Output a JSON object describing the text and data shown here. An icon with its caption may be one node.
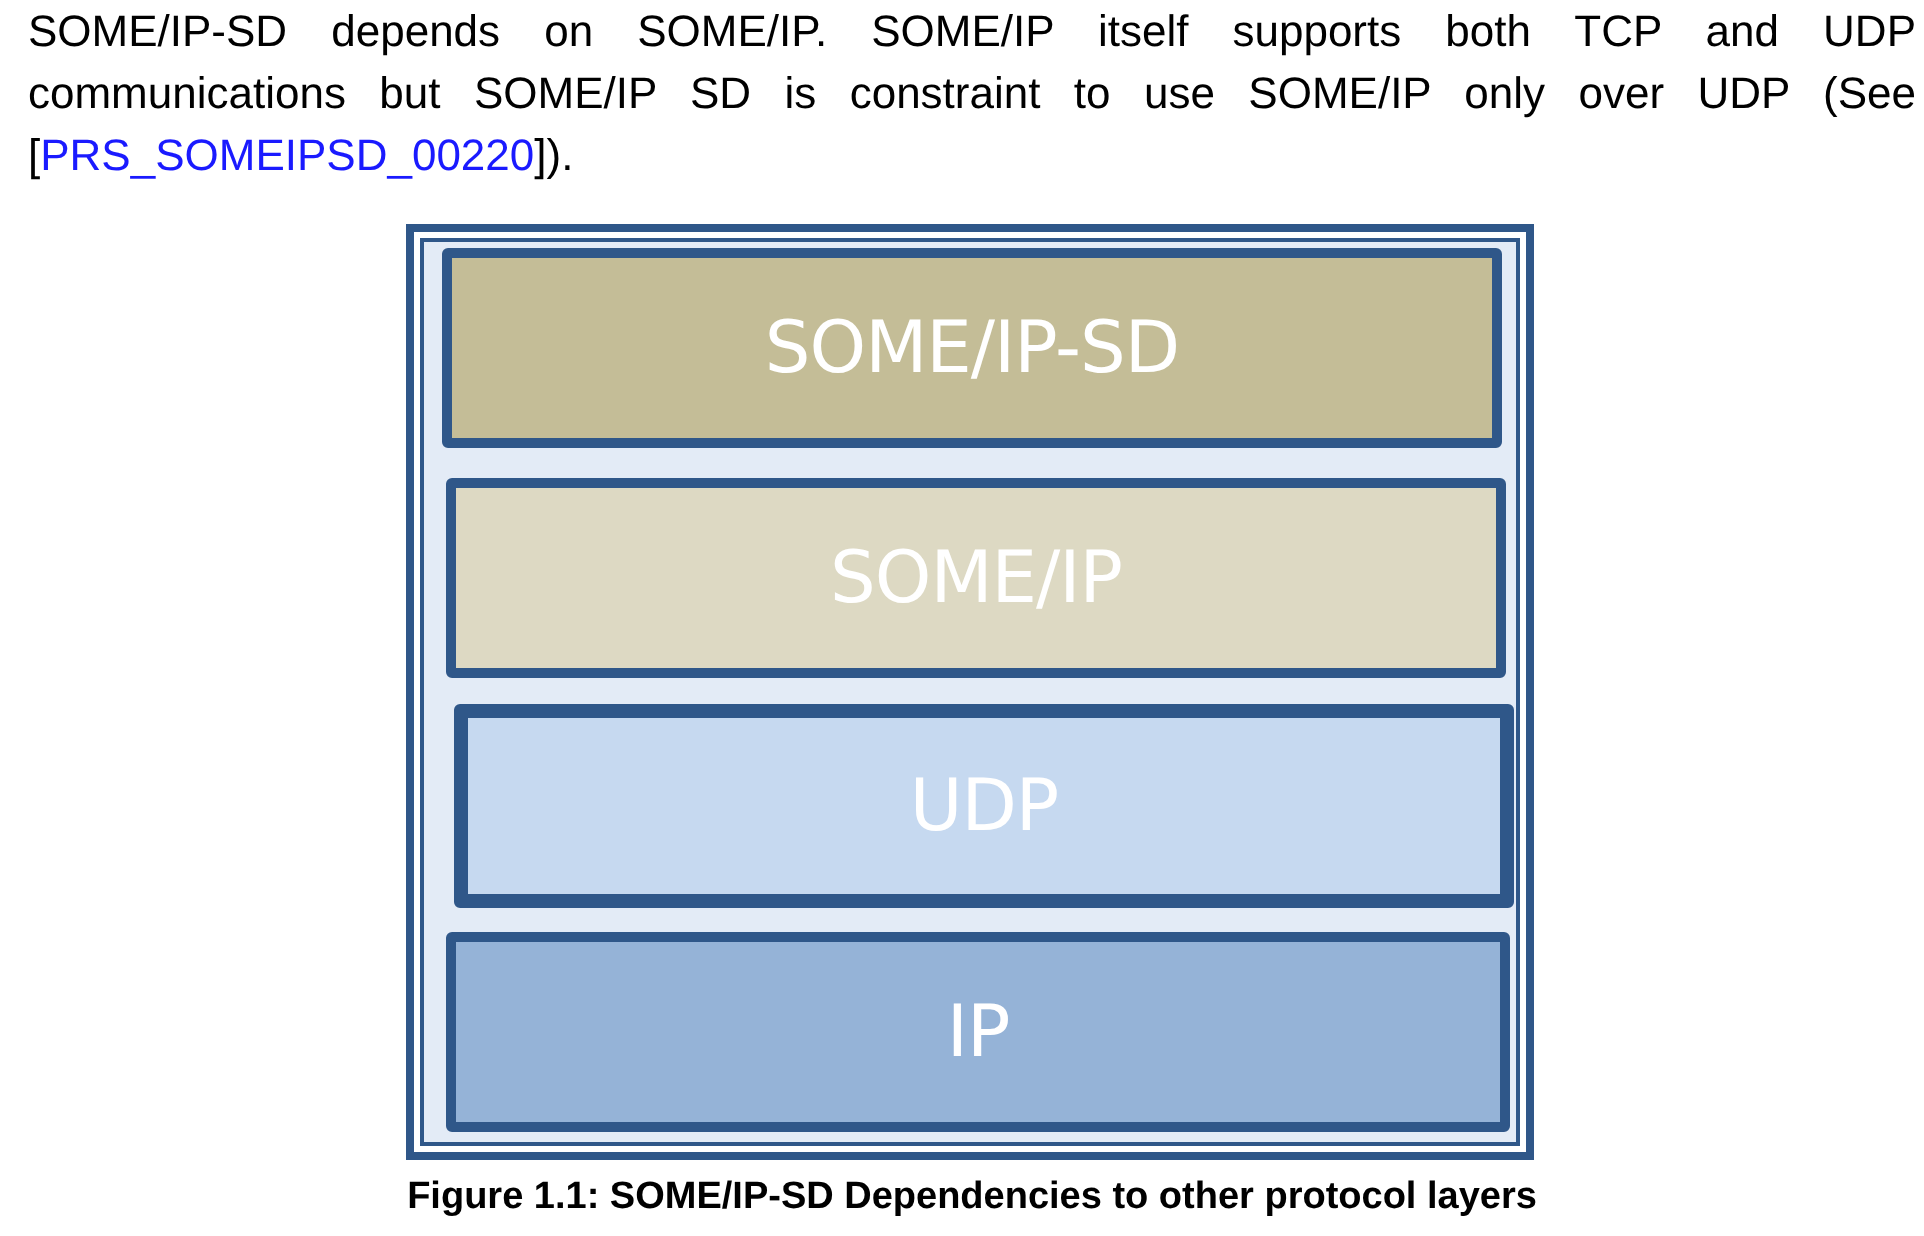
{
  "diagram": {
    "caption": "Figure 1.1: SOME/IP-SD Dependencies to other protocol layers",
    "nodes": [
      {
        "text": [],
        "shape": "box"
      },
      {
        "text": [
          "SOME/IP-SD"
        ],
        "in": 0
      },
      {
        "text": [
          "SOME/IP"
        ],
        "in": 0
      },
      {
        "text": [
          "UDP"
        ],
        "in": 0
      },
      {
        "text": [
          "IP"
        ],
        "in": 0
      }
    ],
    "edges": [],
    "labels": [
      "SOME/IP-SD depends on SOME/IP. SOME/IP itself supports both TCP and UDP communications but SOME/IP SD is constraint to use SOME/IP only over UDP (See [",
      "PRS_SOMEIPSD_00220",
      "])."
    ]
  }
}
